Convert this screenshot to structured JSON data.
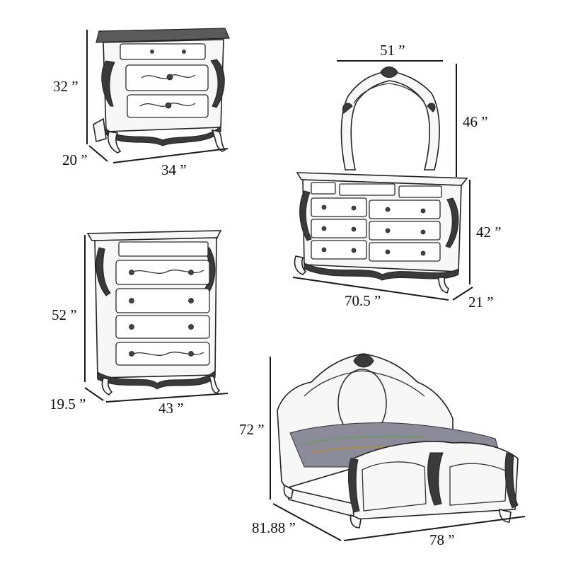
{
  "nightstand": {
    "height": "32 ”",
    "depth": "20 ”",
    "width": "34 ”"
  },
  "dresser_mirror": {
    "mirror_width": "51 ”",
    "mirror_height": "46 ”",
    "dresser_height": "42 ”",
    "dresser_width": "70.5 ”",
    "dresser_depth": "21 ”"
  },
  "chest": {
    "height": "52 ”",
    "depth": "19.5 ”",
    "width": "43 ”"
  },
  "bed": {
    "height": "72 ”",
    "length": "81.88 ”",
    "width": "78 ”"
  }
}
